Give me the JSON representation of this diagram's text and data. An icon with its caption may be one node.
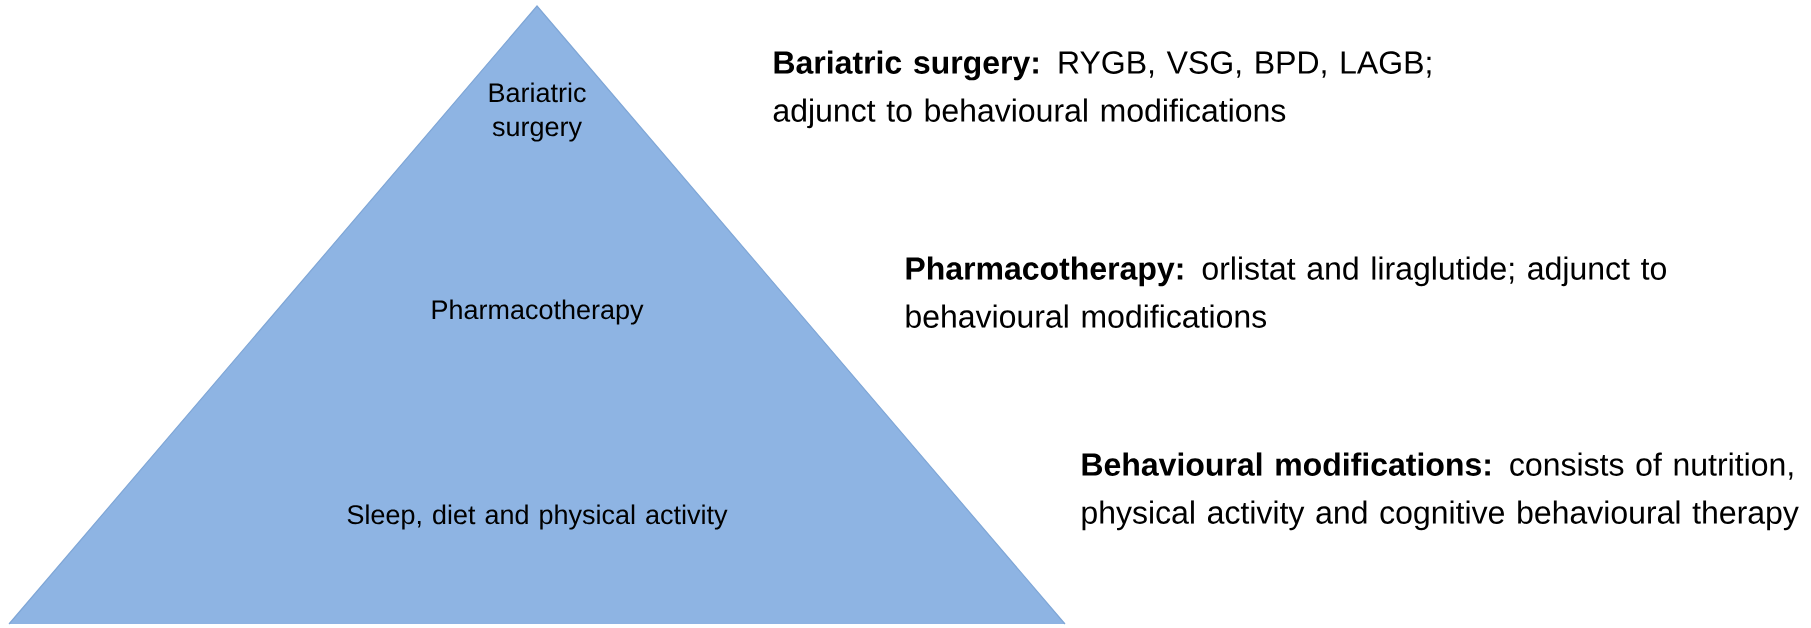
{
  "diagram": {
    "nodes": [
      {
        "text": [
          "Bariatric surgery"
        ],
        "beside": [
          "**Bariatric surgery:** RYGB, VSG, BPD, LAGB; adjunct to behavioural modifications"
        ]
      },
      {
        "text": [
          "Pharmacotherapy"
        ],
        "beside": [
          "**Pharmacotherapy:** orlistat and liraglutide; adjunct to behavioural modifications"
        ]
      },
      {
        "text": [
          "Sleep, diet and physical activity"
        ],
        "beside": [
          "**Behavioural modifications:** consists of nutrition, physical activity and cognitive behavioural therapy"
        ]
      }
    ]
  }
}
